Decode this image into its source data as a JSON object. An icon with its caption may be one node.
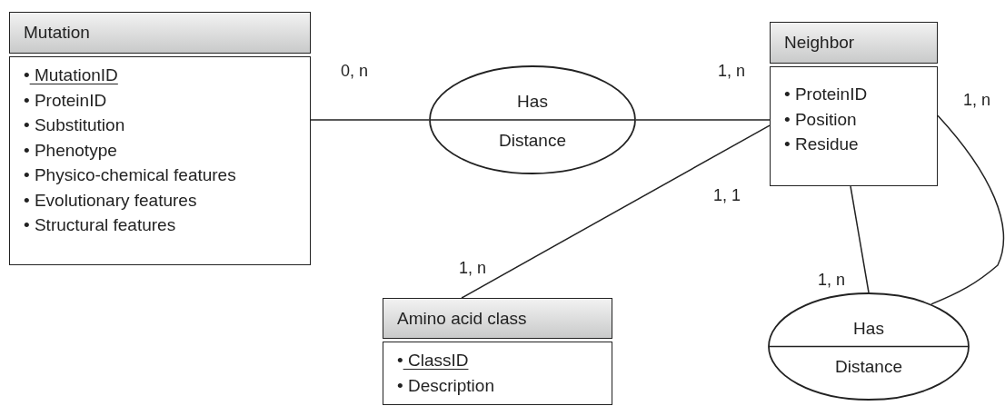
{
  "diagram": {
    "nodes": [
      {
        "text": [
          "Mutation",
          "• MutationID",
          "• ProteinID",
          "• Substitution",
          "• Phenotype",
          "• Physico-chemical features",
          "• Evolutionary features",
          "• Structural features"
        ]
      },
      {
        "text": [
          "Has",
          "Distance"
        ]
      },
      {
        "text": [
          "Neighbor",
          "• ProteinID",
          "• Position",
          "• Residue"
        ]
      },
      {
        "text": [
          "Amino acid class",
          "• ClassID",
          "• Description"
        ]
      },
      {
        "text": [
          "Has",
          "Distance"
        ]
      }
    ],
    "edges": [
      {
        "from": 0,
        "to": 1,
        "arrow": "none"
      },
      {
        "from": 1,
        "to": 2,
        "arrow": "none"
      },
      {
        "from": 2,
        "to": 3,
        "arrow": "none"
      },
      {
        "from": 2,
        "to": 4,
        "arrow": "none"
      },
      {
        "from": 2,
        "to": 4,
        "arrow": "none"
      }
    ],
    "labels": [
      "0, n",
      "1, n",
      "1, n",
      "1, 1",
      "1, n",
      "1, n"
    ]
  }
}
